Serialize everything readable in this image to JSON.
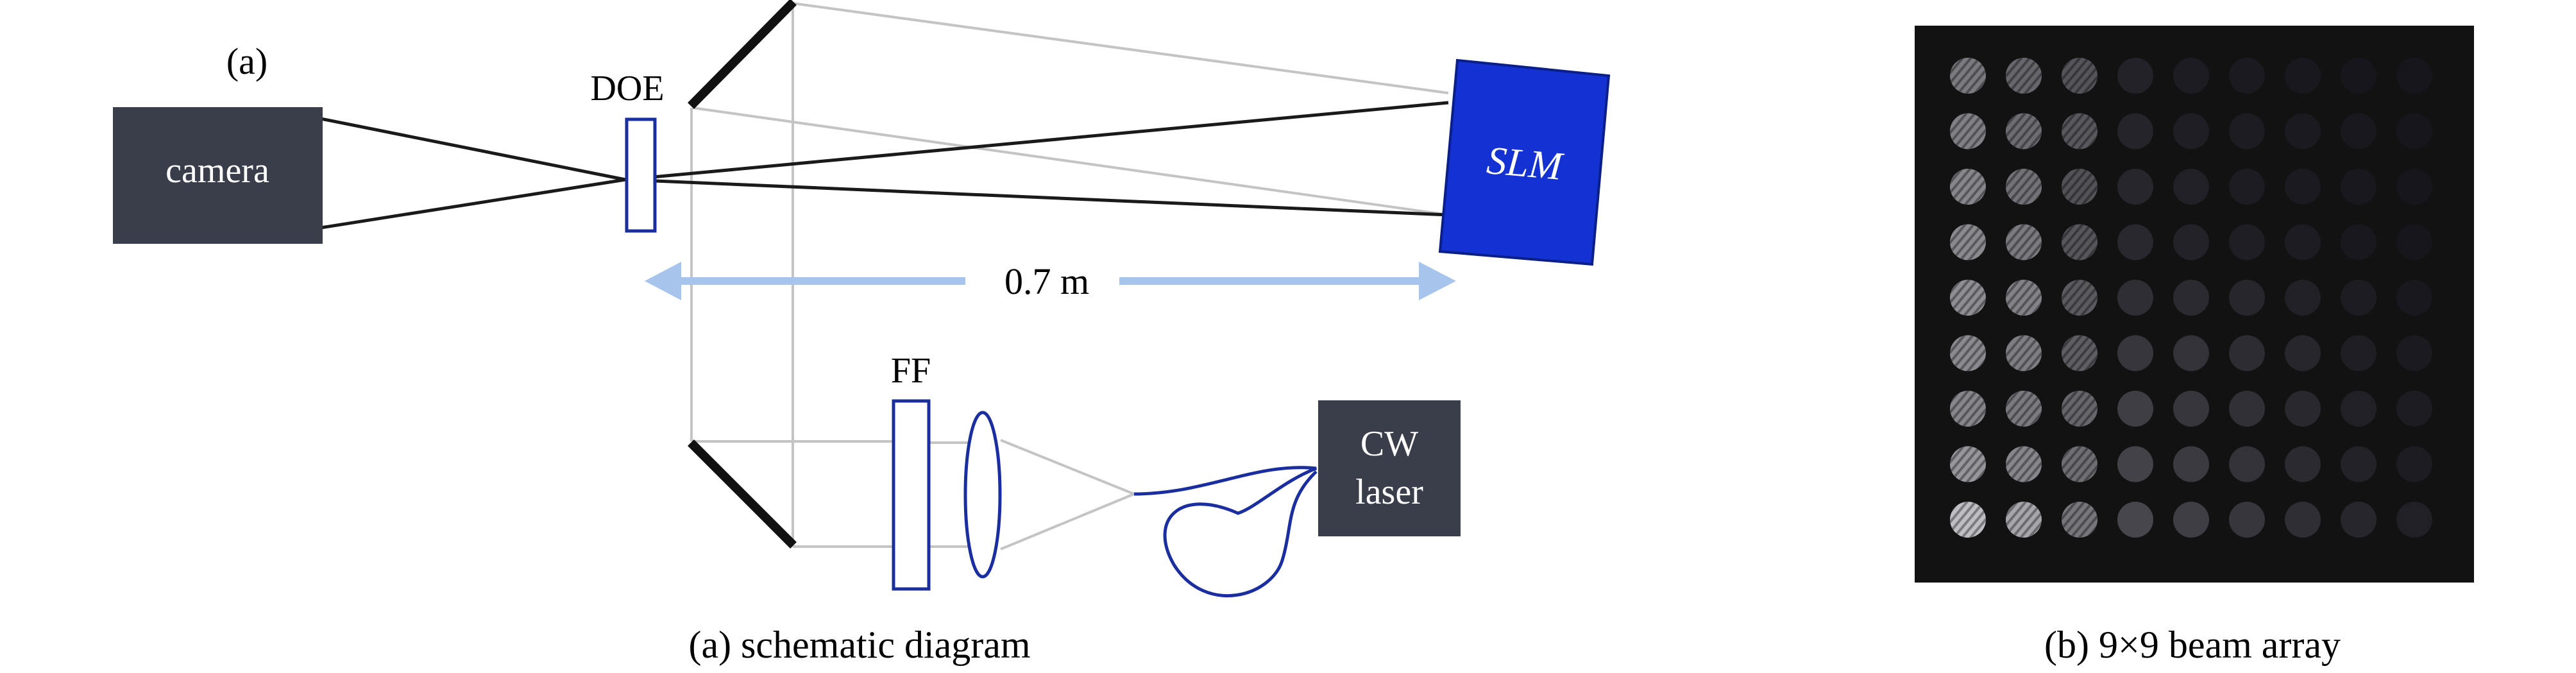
{
  "panel_a": {
    "label": "(a)",
    "doe": "DOE",
    "camera": "camera",
    "slm": "SLM",
    "distance": "0.7 m",
    "ff": "FF",
    "laser_line1": "CW",
    "laser_line2": "laser",
    "caption": "(a) schematic diagram"
  },
  "panel_b": {
    "caption": "(b) 9×9 beam array",
    "rows": 9,
    "cols": 9,
    "intensity": [
      [
        0.52,
        0.42,
        0.33,
        0.08,
        0.05,
        0.04,
        0.03,
        0.02,
        0.02
      ],
      [
        0.55,
        0.45,
        0.35,
        0.09,
        0.06,
        0.05,
        0.04,
        0.03,
        0.02
      ],
      [
        0.58,
        0.48,
        0.32,
        0.1,
        0.07,
        0.05,
        0.04,
        0.03,
        0.02
      ],
      [
        0.6,
        0.52,
        0.34,
        0.11,
        0.08,
        0.06,
        0.05,
        0.03,
        0.02
      ],
      [
        0.62,
        0.56,
        0.36,
        0.14,
        0.12,
        0.1,
        0.07,
        0.05,
        0.03
      ],
      [
        0.6,
        0.54,
        0.38,
        0.18,
        0.16,
        0.13,
        0.1,
        0.06,
        0.04
      ],
      [
        0.58,
        0.52,
        0.42,
        0.22,
        0.18,
        0.15,
        0.11,
        0.07,
        0.05
      ],
      [
        0.66,
        0.58,
        0.46,
        0.24,
        0.2,
        0.16,
        0.12,
        0.08,
        0.05
      ],
      [
        0.86,
        0.74,
        0.5,
        0.26,
        0.22,
        0.18,
        0.14,
        0.1,
        0.07
      ]
    ]
  },
  "colors": {
    "box_dark": "#3a3e4a",
    "slm_blue": "#1432d2",
    "optics_blue": "#1a2ea0",
    "beam_gray": "#c4c4c4",
    "arrow_blue": "#a7c4ec",
    "array_bg": "#121212"
  }
}
